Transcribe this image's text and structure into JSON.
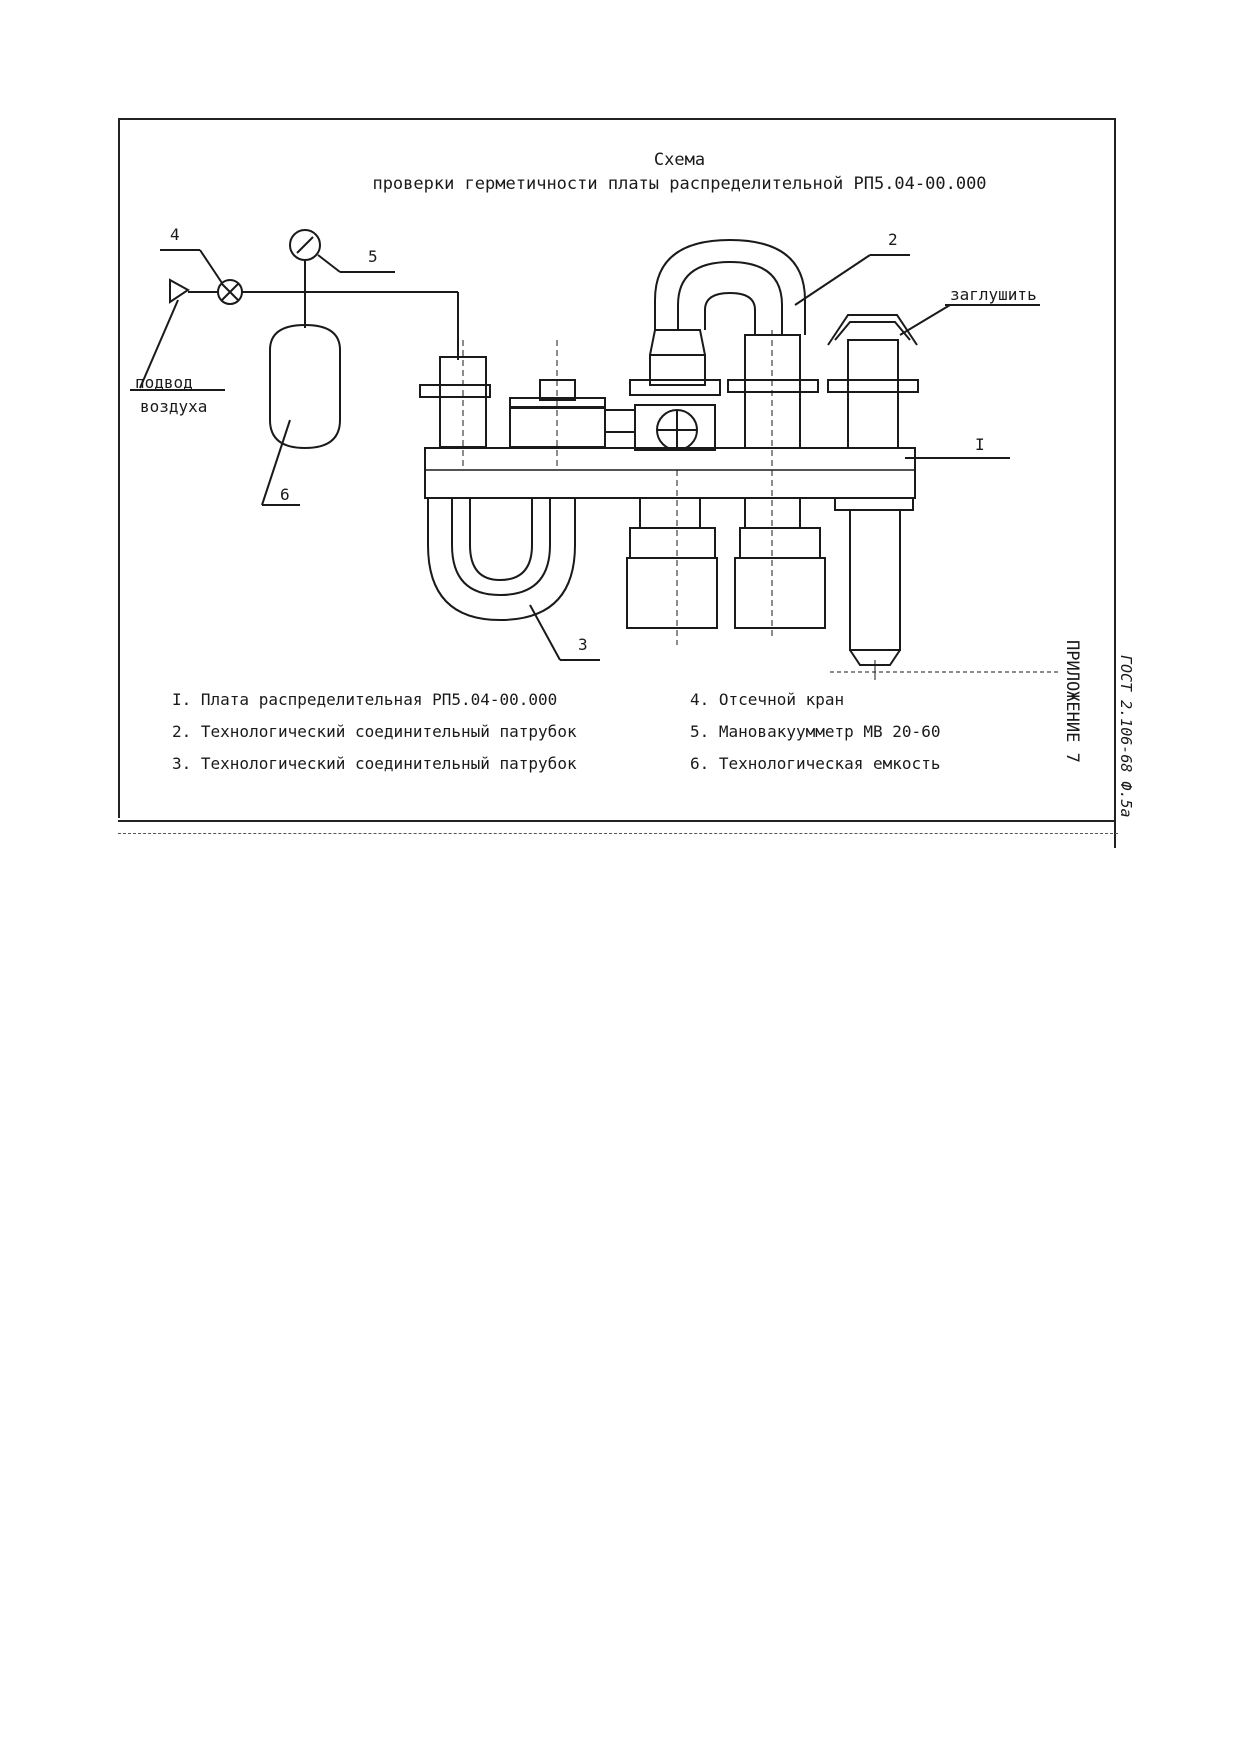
{
  "title": {
    "line1": "Схема",
    "line2": "проверки герметичности платы распределительной РП5.04-00.000"
  },
  "labels": {
    "n1": "I",
    "n2": "2",
    "n3": "3",
    "n4": "4",
    "n5": "5",
    "n6": "6",
    "plug": "заглушить",
    "air1": "подвод",
    "air2": "воздуха"
  },
  "legend": [
    "I. Плата  распределительная РП5.04-00.000",
    "2. Технологический соединительный патрубок",
    "3. Технологический соединительный патрубок",
    "4. Отсечной кран",
    "5. Мановакуумметр МВ 20-60",
    "6. Технологическая емкость"
  ],
  "side": {
    "appendix": "ПРИЛОЖЕНИЕ 7",
    "gost": "ГОСТ 2.106-68 Ф.5а"
  }
}
